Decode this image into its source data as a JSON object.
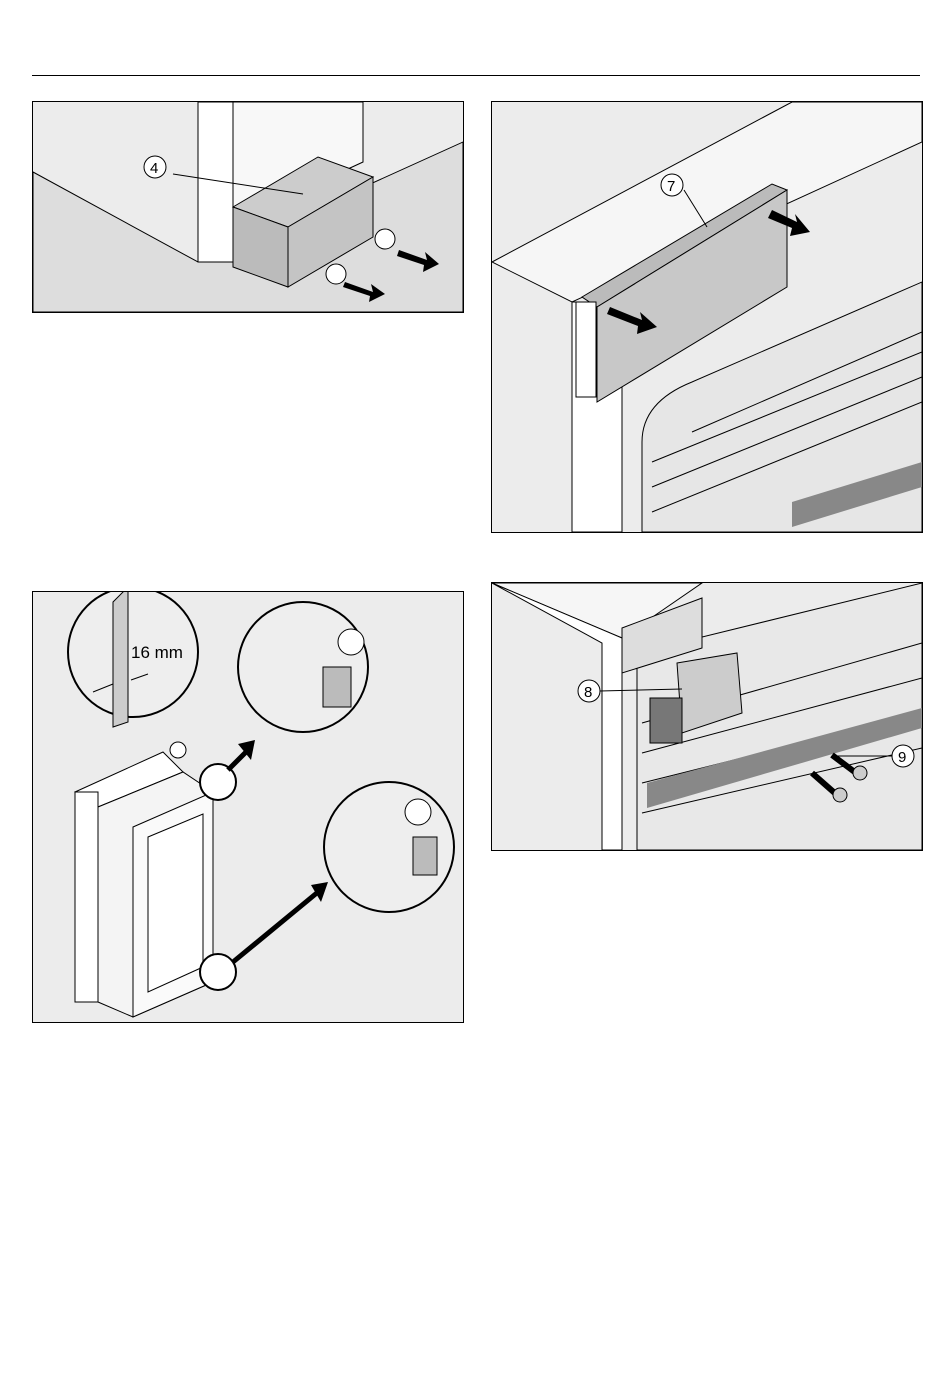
{
  "figures": {
    "fig1": {
      "callout": "4"
    },
    "fig2": {
      "callout": "7"
    },
    "fig3": {
      "dimension": "16 mm"
    },
    "fig4": {
      "callout_a": "8",
      "callout_b": "9"
    }
  }
}
